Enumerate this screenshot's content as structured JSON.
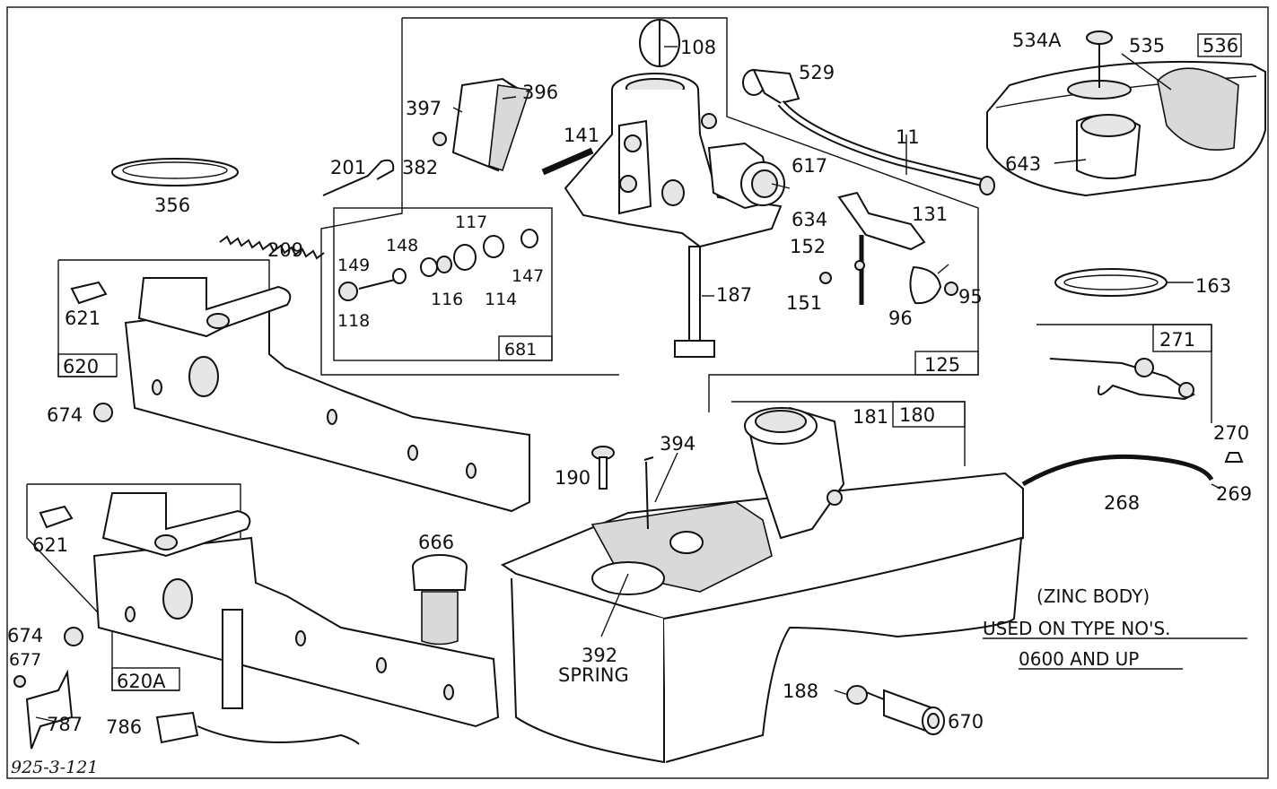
{
  "labels": {
    "p534a": "534A",
    "p535": "535",
    "p536": "536",
    "p643": "643",
    "p108": "108",
    "p529": "529",
    "p11": "11",
    "p396": "396",
    "p397": "397",
    "p141": "141",
    "p382": "382",
    "p201": "201",
    "p356": "356",
    "p617": "617",
    "p634": "634",
    "p131": "131",
    "p209": "209",
    "p117": "117",
    "p148": "148",
    "p149": "149",
    "p147": "147",
    "p118": "118",
    "p116": "116",
    "p114": "114",
    "p681": "681",
    "p152": "152",
    "p151": "151",
    "p96": "96",
    "p95": "95",
    "p187": "187",
    "p125": "125",
    "p163": "163",
    "p271": "271",
    "p621a": "621",
    "p620": "620",
    "p674a": "674",
    "p181": "181",
    "p180": "180",
    "p394": "394",
    "p190": "190",
    "p270": "270",
    "p268": "268",
    "p269": "269",
    "p621b": "621",
    "p666": "666",
    "p674b": "674",
    "p677": "677",
    "p620a": "620A",
    "p787": "787",
    "p786": "786",
    "p392": "392",
    "p392b": "SPRING",
    "p188": "188",
    "p670": "670"
  },
  "notes": {
    "zinc": "(ZINC BODY)",
    "used_on": "USED ON TYPE NO'S.",
    "range": "0600 AND UP"
  },
  "drawing_number": "925-3-121"
}
